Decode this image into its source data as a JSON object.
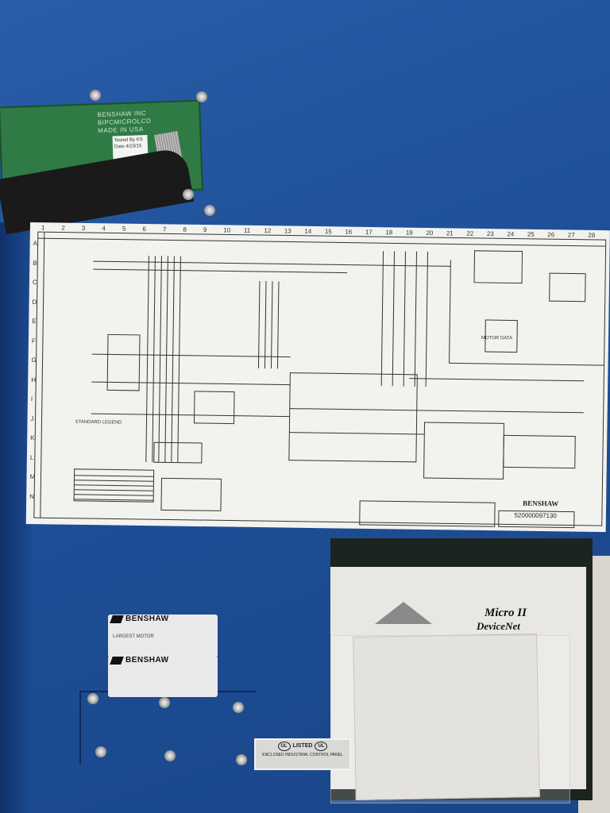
{
  "pcb": {
    "lines": [
      "BENSHAW INC",
      "BIPCMICROLCD",
      "MADE IN USA"
    ],
    "tag": {
      "tested_by_label": "Tested By",
      "tested_by": "KS",
      "date_label": "Date",
      "date": "4/23/15"
    }
  },
  "schematic": {
    "columns": [
      "1",
      "2",
      "3",
      "4",
      "5",
      "6",
      "7",
      "8",
      "9",
      "10",
      "11",
      "12",
      "13",
      "14",
      "15",
      "16",
      "17",
      "18",
      "19",
      "20",
      "21",
      "22",
      "23",
      "24",
      "25",
      "26",
      "27",
      "28"
    ],
    "rows": [
      "A",
      "B",
      "C",
      "D",
      "E",
      "F",
      "G",
      "H",
      "I",
      "J",
      "K",
      "L",
      "M",
      "N"
    ],
    "legend_title": "STANDARD LEGEND",
    "motor_data": "MOTOR DATA",
    "title_block": {
      "brand": "BENSHAW",
      "drawing_number": "520000097130"
    }
  },
  "labels": [
    {
      "brand": "BENSHAW",
      "heading": "LARGEST MOTOR"
    },
    {
      "brand": "BENSHAW"
    }
  ],
  "ul_label": {
    "listed": "LISTED",
    "description": "ENCLOSED INDUSTRIAL CONTROL PANEL"
  },
  "manual": {
    "title": "Micro II",
    "subtitle": "DeviceNet"
  },
  "colors": {
    "panel": "#1f4e93",
    "pcb": "#2f7a45",
    "paper": "#f2f2ef"
  }
}
